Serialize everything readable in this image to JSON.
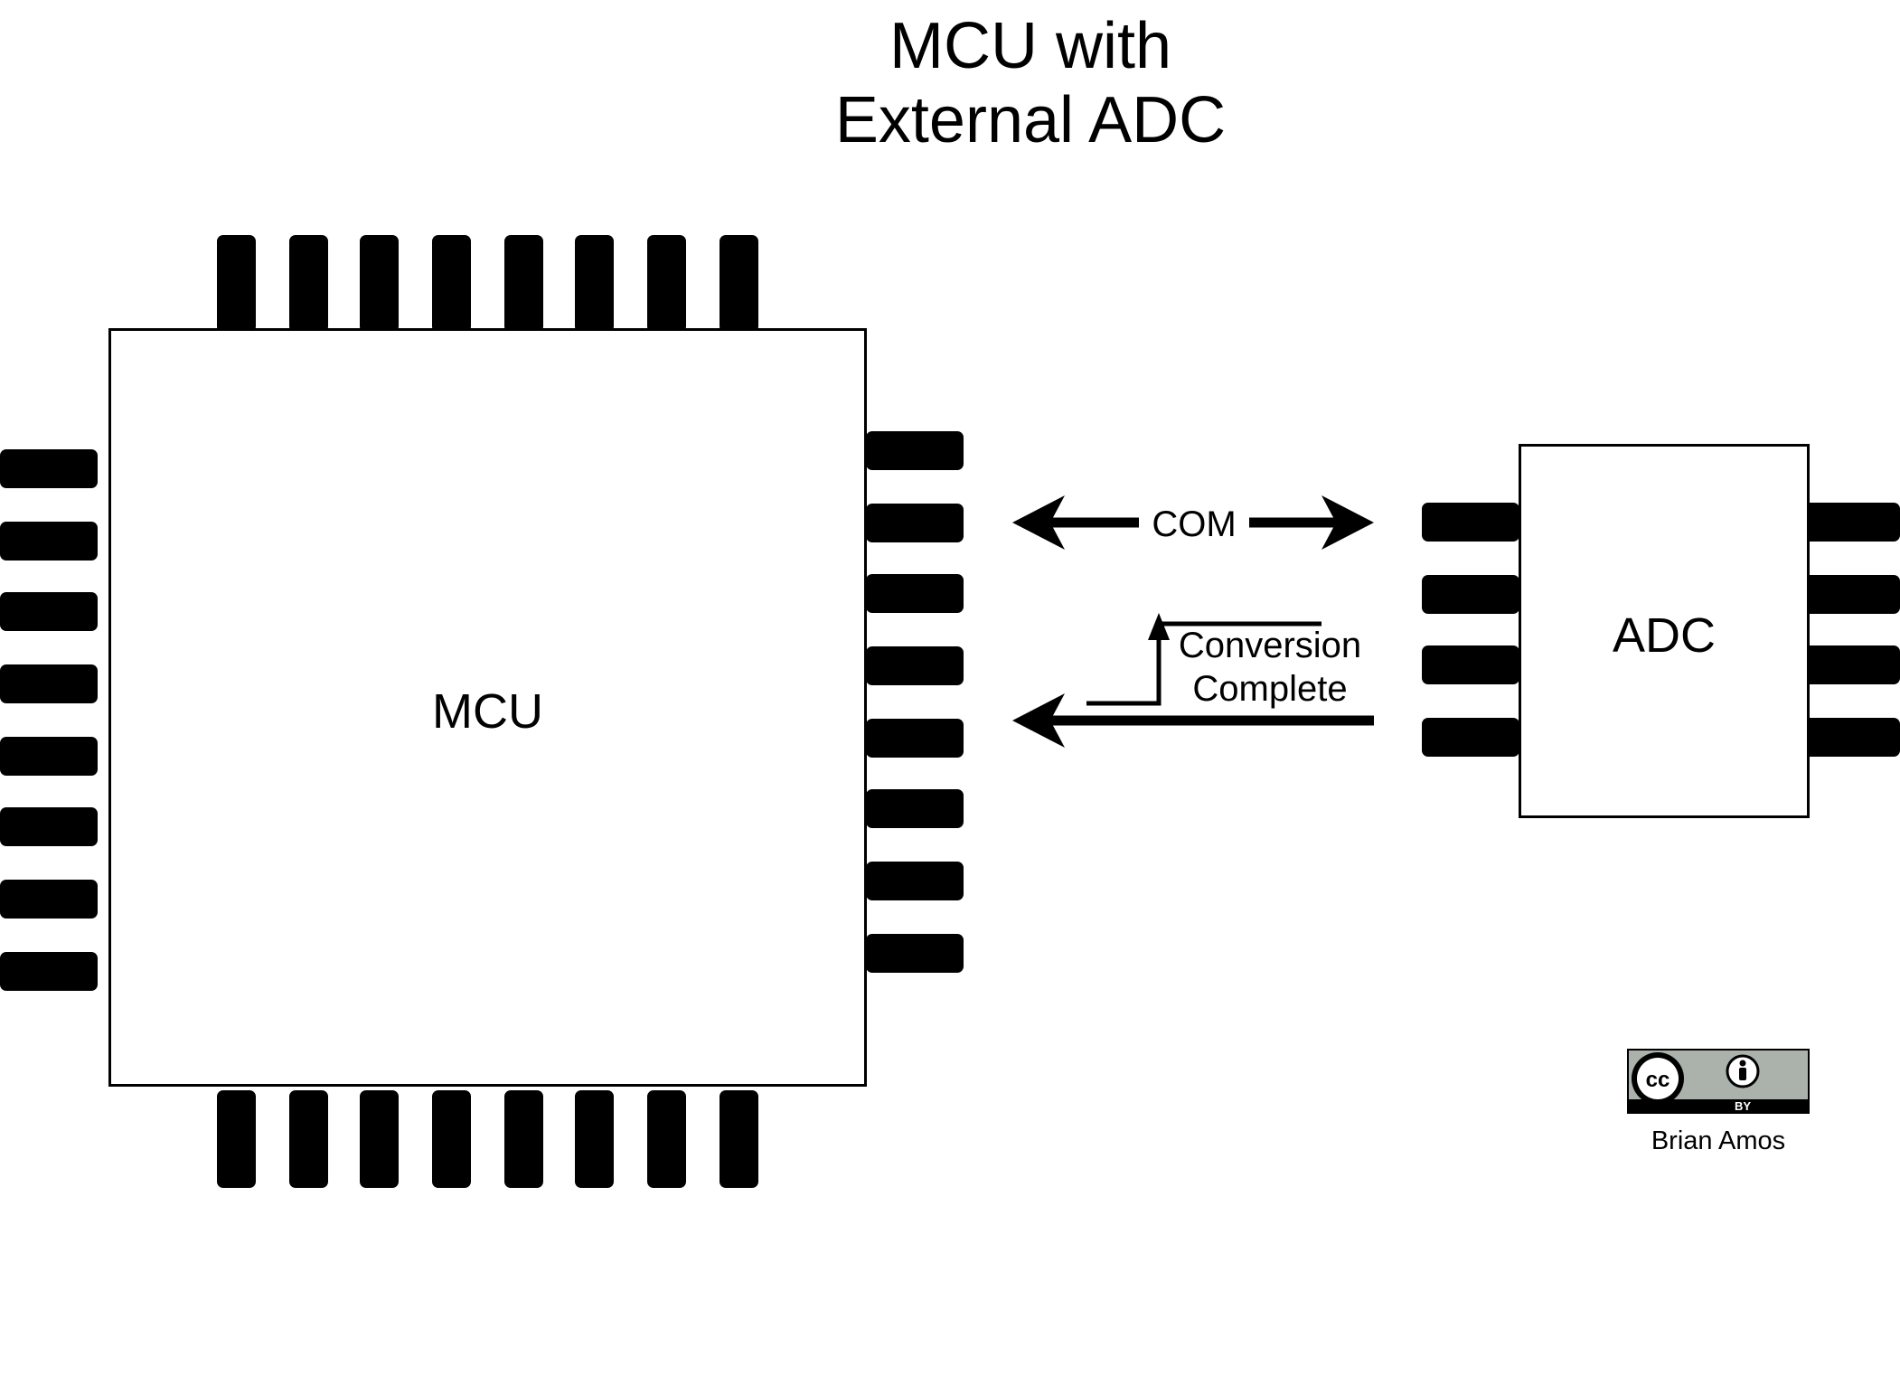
{
  "title": {
    "line1": "MCU with",
    "line2": "External ADC"
  },
  "mcu": {
    "label": "MCU",
    "pins_per_side": 8
  },
  "adc": {
    "label": "ADC",
    "pins_per_side": 4
  },
  "signals": {
    "com_label": "COM",
    "conversion_line1": "Conversion",
    "conversion_line2": "Complete"
  },
  "license": {
    "badge_text_cc": "cc",
    "badge_text_by": "BY",
    "author": "Brian Amos"
  },
  "colors": {
    "ink": "#000000",
    "paper": "#ffffff",
    "badge_gray": "#aab2ab"
  }
}
